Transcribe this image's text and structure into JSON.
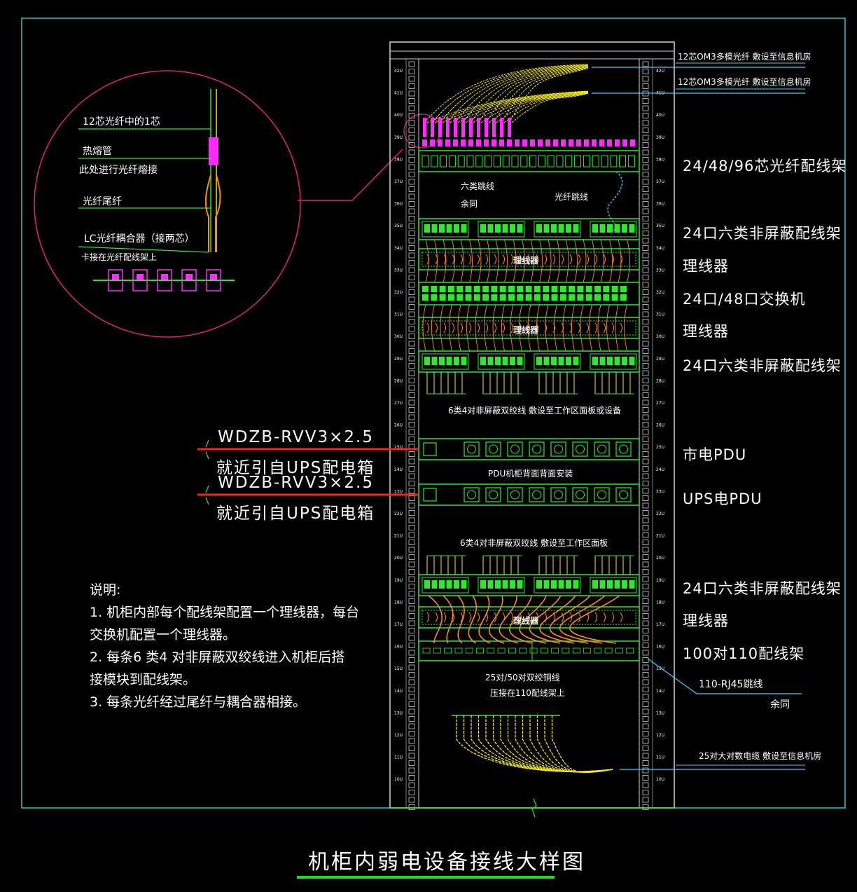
{
  "detail_callout": {
    "core_label": "12芯光纤中的1芯",
    "sleeve_label": "热熔管",
    "splice_label": "此处进行光纤熔接",
    "pigtail_label": "光纤尾纤",
    "lc_label": "LC光纤耦合器（接两芯）",
    "mount_label": "卡接在光纤配线架上"
  },
  "fiber_cable_labels": [
    "12芯OM3多模光纤  敷设至信息机房",
    "12芯OM3多模光纤  敷设至信息机房"
  ],
  "rack_labels": {
    "six_cable": "六类跳线",
    "six_cable_same": "余同",
    "fiber_jumper": "光纤跳线",
    "manager_1": "理线器",
    "manager_2": "理线器",
    "manager_3": "理线器",
    "twisted_pair_top": "6类4对非屏蔽双绞线  敷设至工作区面板或设备",
    "pdu_mount": "PDU机柜背面背面安装",
    "twisted_pair_bottom": "6类4对非屏蔽双绞线  敷设至工作区面板",
    "copper_cable_line1": "25对/50对双绞铜线",
    "copper_cable_line2": "压接在110配线架上"
  },
  "right_labels": [
    "24/48/96芯光纤配线架",
    "24口六类非屏蔽配线架",
    "理线器",
    "24口/48口交换机",
    "理线器",
    "24口六类非屏蔽配线架",
    "市电PDU",
    "UPS电PDU",
    "24口六类非屏蔽配线架",
    "理线器",
    "100对110配线架"
  ],
  "jumper_label": "110-RJ45跳线",
  "jumper_same": "余同",
  "trunk_label": "25对大对数电缆  敷设至信息机房",
  "power_cables": [
    {
      "spec": "WDZB-RVV3×2.5",
      "source": "就近引自UPS配电箱"
    },
    {
      "spec": "WDZB-RVV3×2.5",
      "source": "就近引自UPS配电箱"
    }
  ],
  "rack_units_left": [
    "42U",
    "41U",
    "40U",
    "39U",
    "38U",
    "37U",
    "36U",
    "35U",
    "34U",
    "33U",
    "32U",
    "31U",
    "30U",
    "29U",
    "28U",
    "27U",
    "26U",
    "25U",
    "24U",
    "23U",
    "22U",
    "21U",
    "20U",
    "19U",
    "18U",
    "17U",
    "16U",
    "15U",
    "14U",
    "13U",
    "12U",
    "11U",
    "10U"
  ],
  "notes": {
    "heading": "说明:",
    "lines": [
      "1. 机柜内部每个配线架配置一个理线器，每台",
      "交换机配置一个理线器。",
      "2. 每条6 类4 对非屏蔽双绞线进入机柜后搭",
      "接模块到配线架。",
      "3. 每条光纤经过尾纤与耦合器相接。"
    ]
  },
  "title": "机柜内弱电设备接线大样图",
  "colors": {
    "frame": "#22c8c8",
    "green": "#2ee82e",
    "yellow": "#f2e81c",
    "orange": "#ff8c1a",
    "magenta": "#ff2aff",
    "red": "#ff2020",
    "cyan": "#3fd0ff"
  }
}
